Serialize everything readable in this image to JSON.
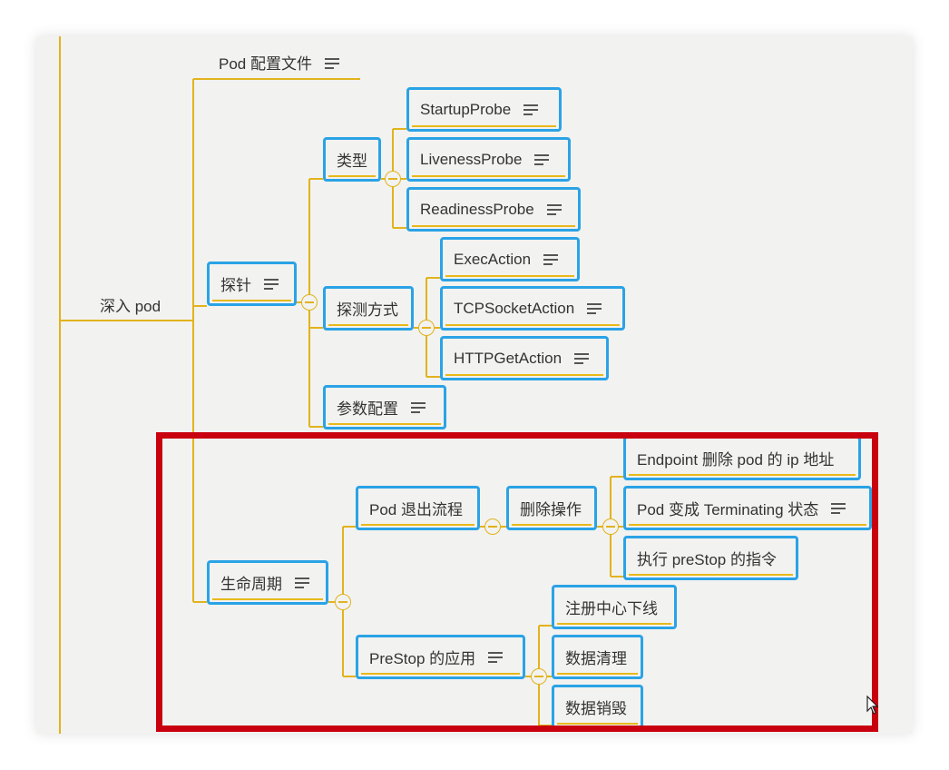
{
  "colors": {
    "branch_line": "#e2b31c",
    "node_border": "#2aa3e6",
    "highlight": "#c8000f",
    "background": "#f2f2f0"
  },
  "mindmap": {
    "root": "深入 pod",
    "pod_config": "Pod 配置文件",
    "probe": {
      "label": "探针",
      "type": {
        "label": "类型",
        "items": [
          "StartupProbe",
          "LivenessProbe",
          "ReadinessProbe"
        ]
      },
      "method": {
        "label": "探测方式",
        "items": [
          "ExecAction",
          "TCPSocketAction",
          "HTTPGetAction"
        ]
      },
      "params": "参数配置"
    },
    "lifecycle": {
      "label": "生命周期",
      "exit_flow": {
        "label": "Pod 退出流程",
        "delete_op": {
          "label": "删除操作",
          "items": [
            "Endpoint 删除 pod 的 ip 地址",
            "Pod 变成 Terminating 状态",
            "执行 preStop 的指令"
          ]
        }
      },
      "prestop_use": {
        "label": "PreStop 的应用",
        "items": [
          "注册中心下线",
          "数据清理",
          "数据销毁"
        ]
      }
    }
  },
  "icons": {
    "note": "note-icon",
    "collapse": "collapse-toggle-icon",
    "cursor": "mouse-pointer-icon"
  }
}
